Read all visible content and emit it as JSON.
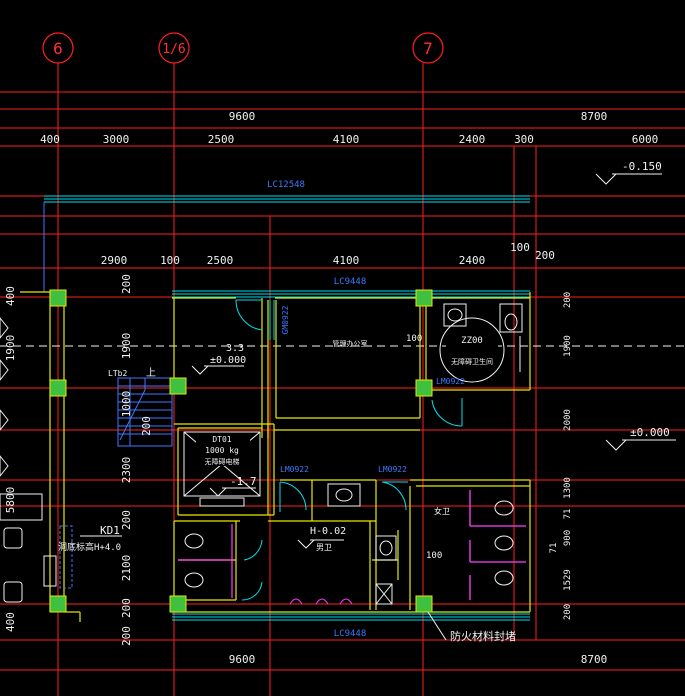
{
  "colors": {
    "background": "#000000",
    "axis": "#ff2020",
    "wall": "#e8e800",
    "window": "#00e0f0",
    "text": "#f2f2f2",
    "tag": "#3c78ff",
    "fixture": "#ff00ff",
    "column": "#40c040"
  },
  "grid_labels": {
    "g1": "6",
    "g2": "1/6",
    "g3": "7"
  },
  "dims_top": {
    "total_left": "9600",
    "total_right": "8700",
    "d1": "400",
    "d2": "3000",
    "d3": "2500",
    "d4": "4100",
    "d5": "2400",
    "d6": "300",
    "d7": "6000"
  },
  "dims_inner": {
    "d1": "2900",
    "d2": "100",
    "d3": "2500",
    "d4": "4100",
    "d5": "2400",
    "d6": "100",
    "d7": "200"
  },
  "dims_bottom": {
    "total_left": "9600",
    "total_right": "8700"
  },
  "dims_left": {
    "v1": "200",
    "v2": "1900",
    "v3": "1000",
    "v4": "200",
    "v5": "2300",
    "v6": "200",
    "v7": "2100",
    "v8": "200",
    "v9": "200"
  },
  "dims_far_left": {
    "v1": "400",
    "v2": "1900",
    "v3": "5800",
    "v4": "400"
  },
  "dims_right": {
    "v1": "200",
    "v2": "1900",
    "v3": "2000",
    "v4": "1300",
    "v5": "71",
    "v6": "900",
    "v7": "71",
    "v8": "1529",
    "v9": "200"
  },
  "elevations": {
    "e_top": "-0.150",
    "e_right": "±0.000",
    "e_stair1": "3.3",
    "e_stair2": "±0.000",
    "e_elev": "-1.7",
    "e_wc": "H-0.02"
  },
  "tags": {
    "lc_top": "LC12548",
    "lc_mid": "LC9448",
    "lc_bot": "LC9448",
    "gm": "GM0922",
    "lm1": "LM0922",
    "lm2": "LM0922",
    "lm3": "LM0922",
    "ltb": "LTb2",
    "kd": "KD1",
    "kd_note": "洞底标高H+4.0",
    "dt": "DT01",
    "dt_load": "1000 kg",
    "dt_name": "无障碍电梯",
    "zz": "ZZ00",
    "zz_name": "无障碍卫生间",
    "stair_up": "上",
    "room_office": "管理办公室",
    "room_male": "男卫",
    "room_female": "女卫",
    "n100a": "100",
    "n100b": "100",
    "fire_seal": "防火材料封堵"
  }
}
